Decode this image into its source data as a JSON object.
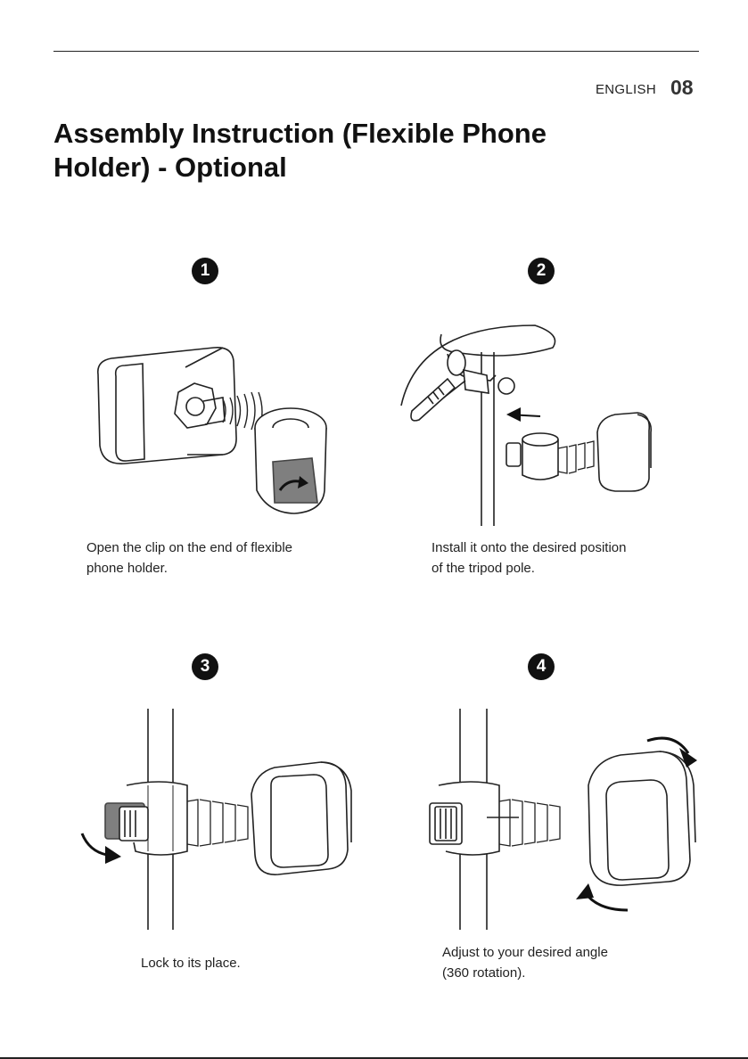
{
  "header": {
    "language": "ENGLISH",
    "page_number": "08"
  },
  "title": "Assembly Instruction (Flexible Phone Holder) - Optional",
  "steps": [
    {
      "number": "1",
      "caption_line1": "Open the clip on the end of flexible",
      "caption_line2": "phone holder."
    },
    {
      "number": "2",
      "caption_line1": "Install it onto the desired position",
      "caption_line2": "of the tripod pole."
    },
    {
      "number": "3",
      "caption_line1": "Lock to its place.",
      "caption_line2": ""
    },
    {
      "number": "4",
      "caption_line1": "Adjust to your desired angle",
      "caption_line2": "(360 rotation)."
    }
  ]
}
